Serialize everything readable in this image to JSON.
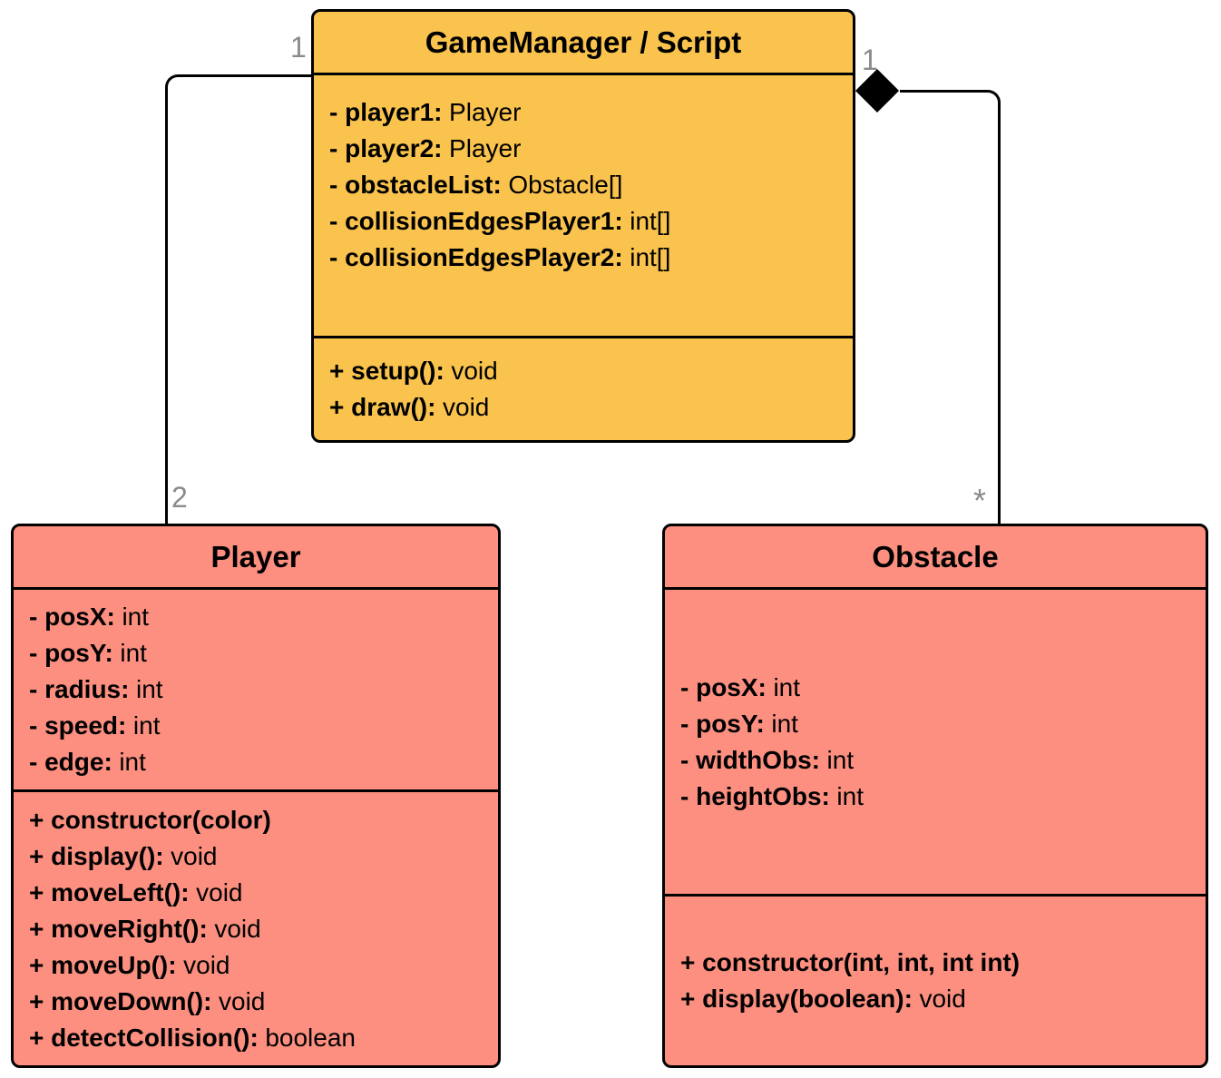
{
  "colors": {
    "gamemanager_fill": "#F9C34D",
    "player_fill": "#FC8F80",
    "obstacle_fill": "#FC8F80",
    "border": "#000000",
    "multiplicity_label": "#8A8A8A"
  },
  "classes": [
    {
      "title": "GameManager / Script",
      "attributes": [
        {
          "name": "- player1:",
          "type": "Player"
        },
        {
          "name": "- player2:",
          "type": "Player"
        },
        {
          "name": "- obstacleList:",
          "type": "Obstacle[]"
        },
        {
          "name": "- collisionEdgesPlayer1:",
          "type": "int[]"
        },
        {
          "name": "- collisionEdgesPlayer2:",
          "type": "int[]"
        }
      ],
      "methods": [
        {
          "name": "+ setup():",
          "type": "void"
        },
        {
          "name": "+ draw():",
          "type": "void"
        }
      ]
    },
    {
      "title": "Player",
      "attributes": [
        {
          "name": "- posX:",
          "type": "int"
        },
        {
          "name": "- posY:",
          "type": "int"
        },
        {
          "name": "- radius:",
          "type": "int"
        },
        {
          "name": "- speed:",
          "type": "int"
        },
        {
          "name": "- edge:",
          "type": "int"
        }
      ],
      "methods": [
        {
          "name": "+ constructor(color)",
          "type": ""
        },
        {
          "name": "+ display():",
          "type": "void"
        },
        {
          "name": "+ moveLeft():",
          "type": "void"
        },
        {
          "name": "+ moveRight():",
          "type": "void"
        },
        {
          "name": "+ moveUp():",
          "type": "void"
        },
        {
          "name": "+ moveDown():",
          "type": "void"
        },
        {
          "name": "+ detectCollision():",
          "type": "boolean"
        }
      ]
    },
    {
      "title": "Obstacle",
      "attributes": [
        {
          "name": "- posX:",
          "type": "int"
        },
        {
          "name": "- posY:",
          "type": "int"
        },
        {
          "name": "- widthObs:",
          "type": "int"
        },
        {
          "name": "- heightObs:",
          "type": "int"
        }
      ],
      "methods": [
        {
          "name": "+ constructor(int, int, int int)",
          "type": ""
        },
        {
          "name": "+ display(boolean):",
          "type": "void"
        }
      ]
    }
  ],
  "connectors": [
    {
      "type": "association",
      "from": "GameManager / Script",
      "to": "Player",
      "from_multiplicity": "1",
      "to_multiplicity": "2"
    },
    {
      "type": "composition",
      "from": "GameManager / Script",
      "to": "Obstacle",
      "from_multiplicity": "1",
      "to_multiplicity": "*"
    }
  ]
}
